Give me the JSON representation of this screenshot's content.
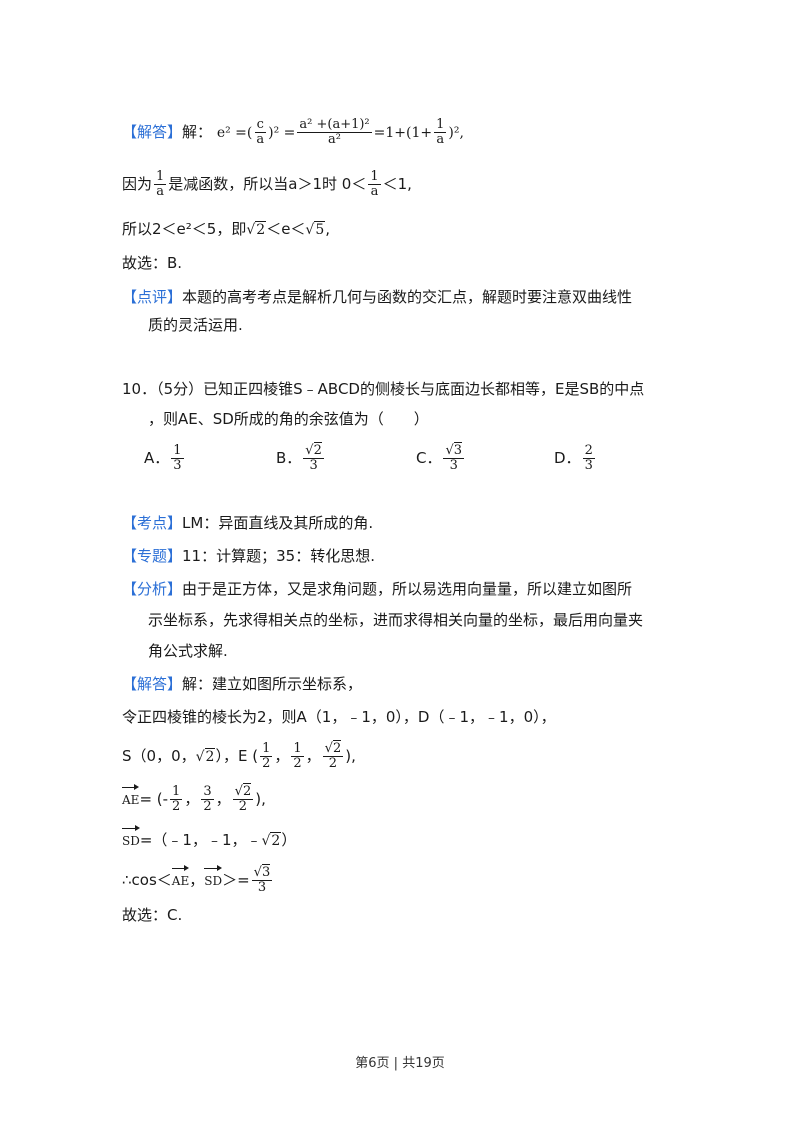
{
  "prev": {
    "answer_tag": "【解答】",
    "answer_lead": "解：",
    "eq1": {
      "lhs": "e² =(",
      "f1_num": "c",
      "f1_den": "a",
      "mid": ")² =",
      "f2_num": "a² +(a+1)²",
      "f2_den": "a²",
      "rhs1": "=1+(1+",
      "f3_num": "1",
      "f3_den": "a",
      "rhs2": ")²,"
    },
    "line2": {
      "t1": "因为",
      "fa_num": "1",
      "fa_den": "a",
      "t2": "是减函数，所以当a＞1时 0＜",
      "fb_num": "1",
      "fb_den": "a",
      "t3": "＜1,"
    },
    "line3": {
      "t1": "所以2＜e²＜5，即",
      "r1": "2",
      "t2": "＜e＜",
      "r2": "5",
      "t3": ","
    },
    "line4": "故选：B.",
    "review_tag": "【点评】",
    "review_text1": "本题的高考考点是解析几何与函数的交汇点，解题时要注意双曲线性",
    "review_text2": "质的灵活运用."
  },
  "q10": {
    "stem1": "10．（5分）已知正四棱锥S﹣ABCD的侧棱长与底面边长都相等，E是SB的中点",
    "stem2": "，则AE、SD所成的角的余弦值为（　　）",
    "options": {
      "a_label": "A．",
      "a_num": "1",
      "a_den": "3",
      "b_label": "B．",
      "b_rad": "2",
      "b_den": "3",
      "c_label": "C．",
      "c_rad": "3",
      "c_den": "3",
      "d_label": "D．",
      "d_num": "2",
      "d_den": "3"
    },
    "kaodian_tag": "【考点】",
    "kaodian": "LM：异面直线及其所成的角.",
    "zhuanti_tag": "【专题】",
    "zhuanti": "11：计算题；35：转化思想.",
    "fenxi_tag": "【分析】",
    "fenxi1": "由于是正方体，又是求角问题，所以易选用向量量，所以建立如图所",
    "fenxi2": "示坐标系，先求得相关点的坐标，进而求得相关向量的坐标，最后用向量夹",
    "fenxi3": "角公式求解.",
    "jieda_tag": "【解答】",
    "jieda": "解：建立如图所示坐标系，",
    "s1": "令正四棱锥的棱长为2，则A（1，﹣1，0），D（﹣1，﹣1，0），",
    "s2": {
      "t1": "S（0，0，",
      "r1": "2",
      "t2": "），E (",
      "f1_num": "1",
      "f1_den": "2",
      "c1": "，",
      "f2_num": "1",
      "f2_den": "2",
      "c2": "，",
      "f3_rad": "2",
      "f3_den": "2",
      "t3": "),"
    },
    "s3": {
      "vec": "AE",
      "t1": "= (-",
      "f1_num": "1",
      "f1_den": "2",
      "c1": "，",
      "f2_num": "3",
      "f2_den": "2",
      "c2": "，",
      "f3_rad": "2",
      "f3_den": "2",
      "t2": "),"
    },
    "s4": {
      "vec": "SD",
      "t1": "=（﹣1，﹣1，﹣",
      "r1": "2",
      "t2": "）"
    },
    "s5": {
      "t1": "∴cos＜",
      "v1": "AE",
      "c1": "，",
      "v2": "SD",
      "t2": "＞=",
      "f_rad": "3",
      "f_den": "3"
    },
    "s6": "故选：C."
  },
  "footer": {
    "page": "第6页",
    "sep": "|",
    "total": "共19页"
  }
}
